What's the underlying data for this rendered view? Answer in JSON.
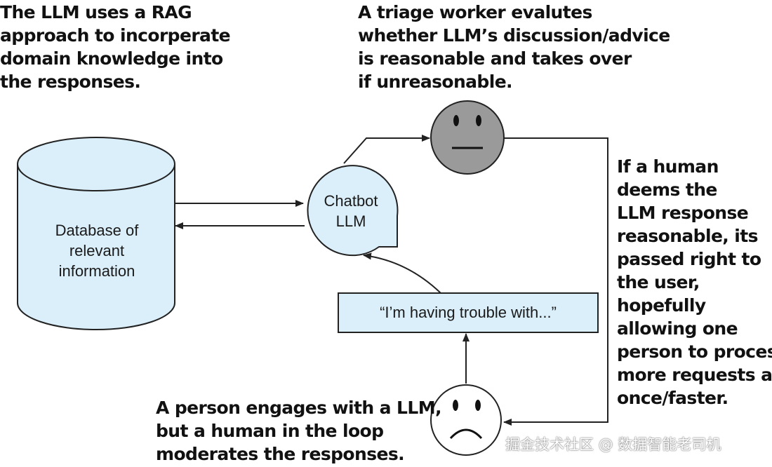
{
  "annotations": {
    "rag": [
      "The LLM uses a RAG",
      "approach to incorperate",
      "domain knowledge into",
      "the responses."
    ],
    "triage": [
      "A triage worker evalutes",
      "whether LLM’s discussion/advice",
      "is reasonable and takes over",
      "if unreasonable."
    ],
    "passthrough": [
      "If a human",
      "deems the",
      "LLM response",
      "reasonable, its",
      "passed right to",
      "the user,",
      "hopefully",
      "allowing one",
      "person to process",
      "more requests at",
      "once/faster."
    ],
    "person": [
      "A person engages with a LLM,",
      "but a human in the loop",
      "moderates the responses."
    ]
  },
  "nodes": {
    "database": [
      "Database of",
      "relevant",
      "information"
    ],
    "chatbot": [
      "Chatbot",
      "LLM"
    ],
    "query": "“I’m having trouble with...”"
  },
  "watermark": "掘金技术社区 @ 数据智能老司机",
  "colors": {
    "node_fill": "#dbeffa",
    "neutral_face_fill": "#9a9a9a",
    "sad_face_fill": "#ffffff",
    "stroke": "#222222"
  }
}
